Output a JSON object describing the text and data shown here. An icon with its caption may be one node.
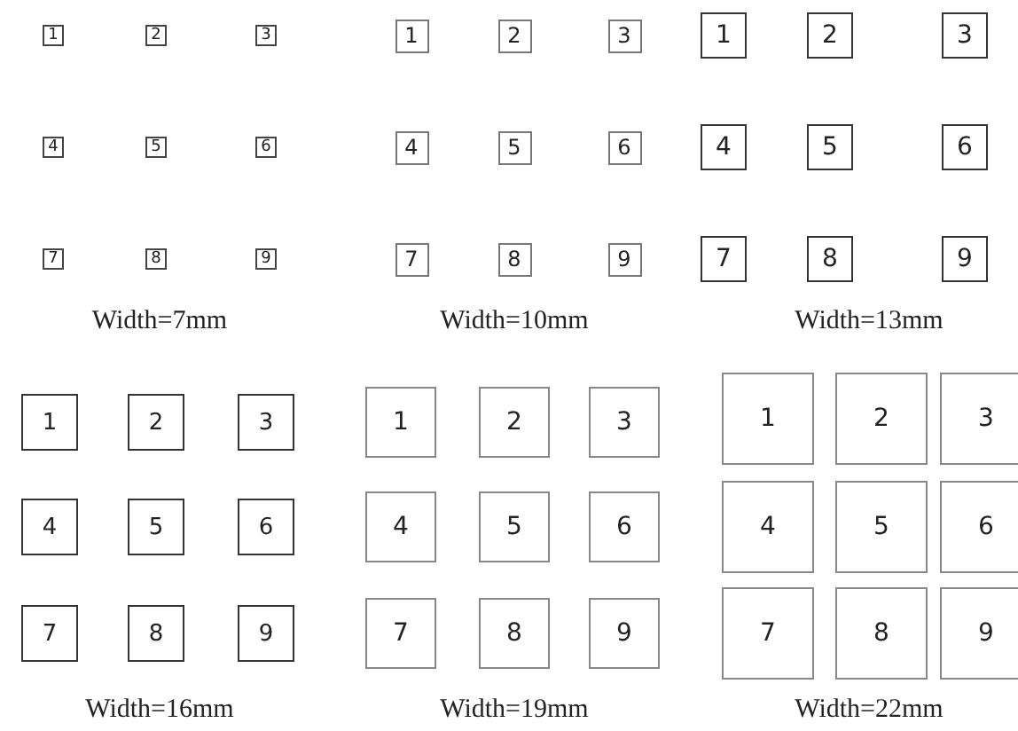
{
  "diagram": {
    "nodes": [
      {
        "text": [
          "1"
        ]
      },
      {
        "text": [
          "2"
        ]
      },
      {
        "text": [
          "3"
        ]
      },
      {
        "text": [
          "4"
        ]
      },
      {
        "text": [
          "5"
        ]
      },
      {
        "text": [
          "6"
        ]
      },
      {
        "text": [
          "7"
        ]
      },
      {
        "text": [
          "8"
        ]
      },
      {
        "text": [
          "9"
        ]
      },
      {
        "text": [
          "1"
        ]
      },
      {
        "text": [
          "2"
        ]
      },
      {
        "text": [
          "3"
        ]
      },
      {
        "text": [
          "4"
        ]
      },
      {
        "text": [
          "5"
        ]
      },
      {
        "text": [
          "6"
        ]
      },
      {
        "text": [
          "7"
        ]
      },
      {
        "text": [
          "8"
        ]
      },
      {
        "text": [
          "9"
        ]
      },
      {
        "text": [
          "1"
        ]
      },
      {
        "text": [
          "2"
        ]
      },
      {
        "text": [
          "3"
        ]
      },
      {
        "text": [
          "4"
        ]
      },
      {
        "text": [
          "5"
        ]
      },
      {
        "text": [
          "6"
        ]
      },
      {
        "text": [
          "7"
        ]
      },
      {
        "text": [
          "8"
        ]
      },
      {
        "text": [
          "9"
        ]
      },
      {
        "text": [
          "1"
        ]
      },
      {
        "text": [
          "2"
        ]
      },
      {
        "text": [
          "3"
        ]
      },
      {
        "text": [
          "4"
        ]
      },
      {
        "text": [
          "5"
        ]
      },
      {
        "text": [
          "6"
        ]
      },
      {
        "text": [
          "7"
        ]
      },
      {
        "text": [
          "8"
        ]
      },
      {
        "text": [
          "9"
        ]
      },
      {
        "text": [
          "1"
        ]
      },
      {
        "text": [
          "2"
        ]
      },
      {
        "text": [
          "3"
        ]
      },
      {
        "text": [
          "4"
        ]
      },
      {
        "text": [
          "5"
        ]
      },
      {
        "text": [
          "6"
        ]
      },
      {
        "text": [
          "7"
        ]
      },
      {
        "text": [
          "8"
        ]
      },
      {
        "text": [
          "9"
        ]
      },
      {
        "text": [
          "1"
        ]
      },
      {
        "text": [
          "2"
        ]
      },
      {
        "text": [
          "3"
        ]
      },
      {
        "text": [
          "4"
        ]
      },
      {
        "text": [
          "5"
        ]
      },
      {
        "text": [
          "6"
        ]
      },
      {
        "text": [
          "7"
        ]
      },
      {
        "text": [
          "8"
        ]
      },
      {
        "text": [
          "9"
        ]
      }
    ],
    "labels": [
      "Width=7mm",
      "Width=10mm",
      "Width=13mm",
      "Width=16mm",
      "Width=19mm",
      "Width=22mm"
    ]
  }
}
